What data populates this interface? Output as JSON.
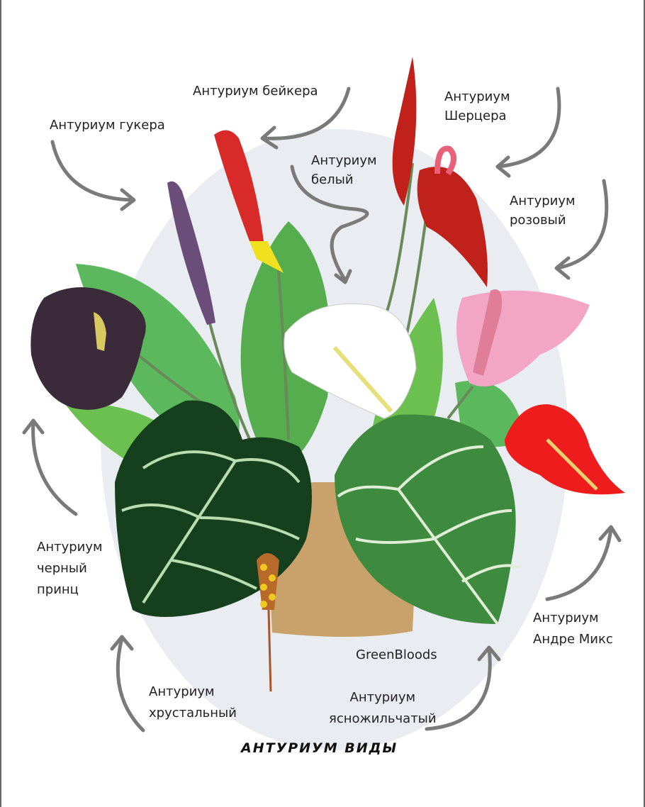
{
  "title": "АНТУРИУМ ВИДЫ",
  "watermark": "GreenBloods",
  "labels": {
    "bakeri": "Антуриум бейкера",
    "hookeri": "Антуриум гукера",
    "scherzer": [
      "Антуриум",
      "Шерцера"
    ],
    "white": [
      "Антуриум",
      "белый"
    ],
    "pink": [
      "Антуриум",
      "розовый"
    ],
    "black_prince": [
      "Антуриум",
      "черный",
      "принц"
    ],
    "andre_mix": [
      "Антуриум",
      "Андре Микс"
    ],
    "crystal": [
      "Антуриум",
      "хрустальный"
    ],
    "clarinervium": [
      "Антуриум",
      "ясножильчатый"
    ]
  },
  "colors": {
    "background_ellipse": "#e9ecf1",
    "arrow": "#7a7a7a",
    "leaf_green": "#5cb85c",
    "dark_leaf": "#1f4d1f",
    "pot": "#c9a26b"
  }
}
